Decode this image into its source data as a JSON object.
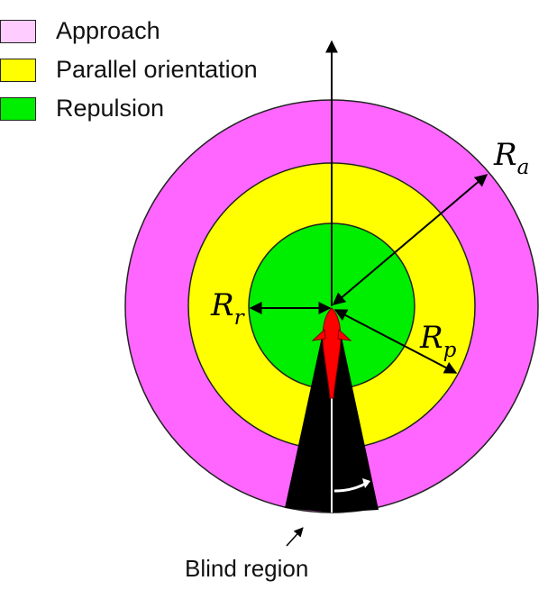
{
  "legend": {
    "items": [
      {
        "label": "Approach",
        "color": "#ff66ff",
        "swatch_color": "#ffccff"
      },
      {
        "label": "Parallel orientation",
        "color": "#ffff00"
      },
      {
        "label": "Repulsion",
        "color": "#00ee00"
      }
    ]
  },
  "labels": {
    "ra": {
      "main": "R",
      "sub": "a"
    },
    "rp": {
      "main": "R",
      "sub": "p"
    },
    "rr": {
      "main": "R",
      "sub": "r"
    }
  },
  "caption": "Blind region",
  "colors": {
    "approach": "#ff66ff",
    "parallel": "#ffff00",
    "repulsion": "#00ee00",
    "blind": "#000000",
    "fish": "#ff0000"
  }
}
